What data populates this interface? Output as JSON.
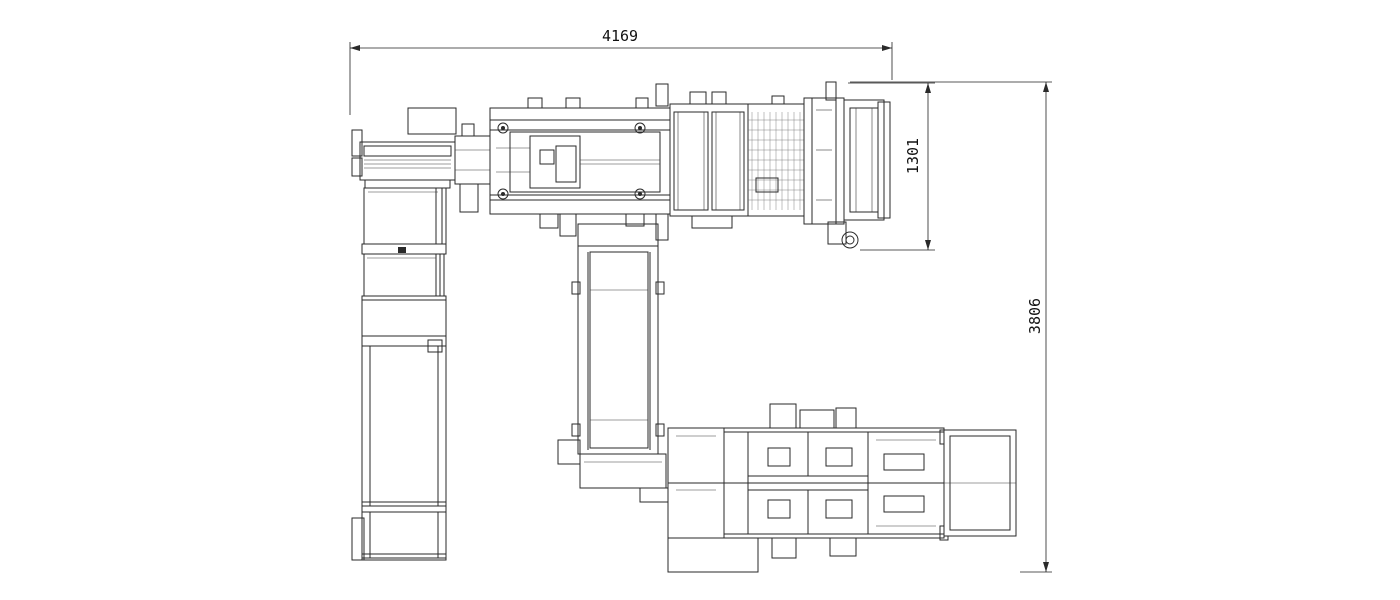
{
  "drawing": {
    "dimensions": {
      "overall_width": "4169",
      "upper_height": "1301",
      "overall_height": "3806"
    }
  }
}
